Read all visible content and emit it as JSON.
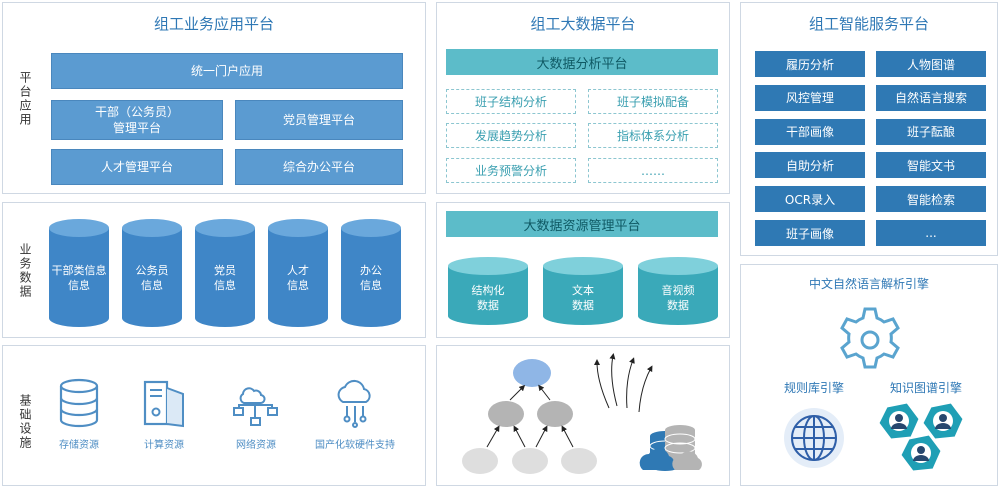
{
  "left": {
    "title": "组工业务应用平台",
    "platform_label": "平台应用",
    "portal": "统一门户应用",
    "apps": [
      "干部（公务员）\n管理平台",
      "党员管理平台",
      "人才管理平台",
      "综合办公平台"
    ],
    "business_label": "业务数据",
    "data_cylinders": [
      "干部类信息\n信息",
      "公务员\n信息",
      "党员\n信息",
      "人才\n信息",
      "办公\n信息"
    ],
    "infra_label": "基础设施",
    "infra": [
      {
        "icon": "database-icon",
        "label": "存储资源"
      },
      {
        "icon": "server-icon",
        "label": "计算资源"
      },
      {
        "icon": "network-icon",
        "label": "网络资源"
      },
      {
        "icon": "cloud-icon",
        "label": "国产化软硬件支持"
      }
    ]
  },
  "mid": {
    "title": "组工大数据平台",
    "analysis_bar": "大数据分析平台",
    "analysis_items": [
      "班子结构分析",
      "班子模拟配备",
      "发展趋势分析",
      "指标体系分析",
      "业务预警分析",
      "……"
    ],
    "resource_bar": "大数据资源管理平台",
    "resource_cylinders": [
      "结构化\n数据",
      "文本\n数据",
      "音视频\n数据"
    ]
  },
  "right": {
    "title": "组工智能服务平台",
    "services": [
      "履历分析",
      "人物图谱",
      "风控管理",
      "自然语言搜索",
      "干部画像",
      "班子酝酿",
      "自助分析",
      "智能文书",
      "OCR录入",
      "智能检索",
      "班子画像",
      "..."
    ],
    "engine_title": "中文自然语言解析引擎",
    "rule_engine": "规则库引擎",
    "kg_engine": "知识图谱引擎"
  },
  "colors": {
    "blue": "#5b9bd1",
    "teal": "#5cbcc9",
    "navy": "#2f79b4"
  }
}
